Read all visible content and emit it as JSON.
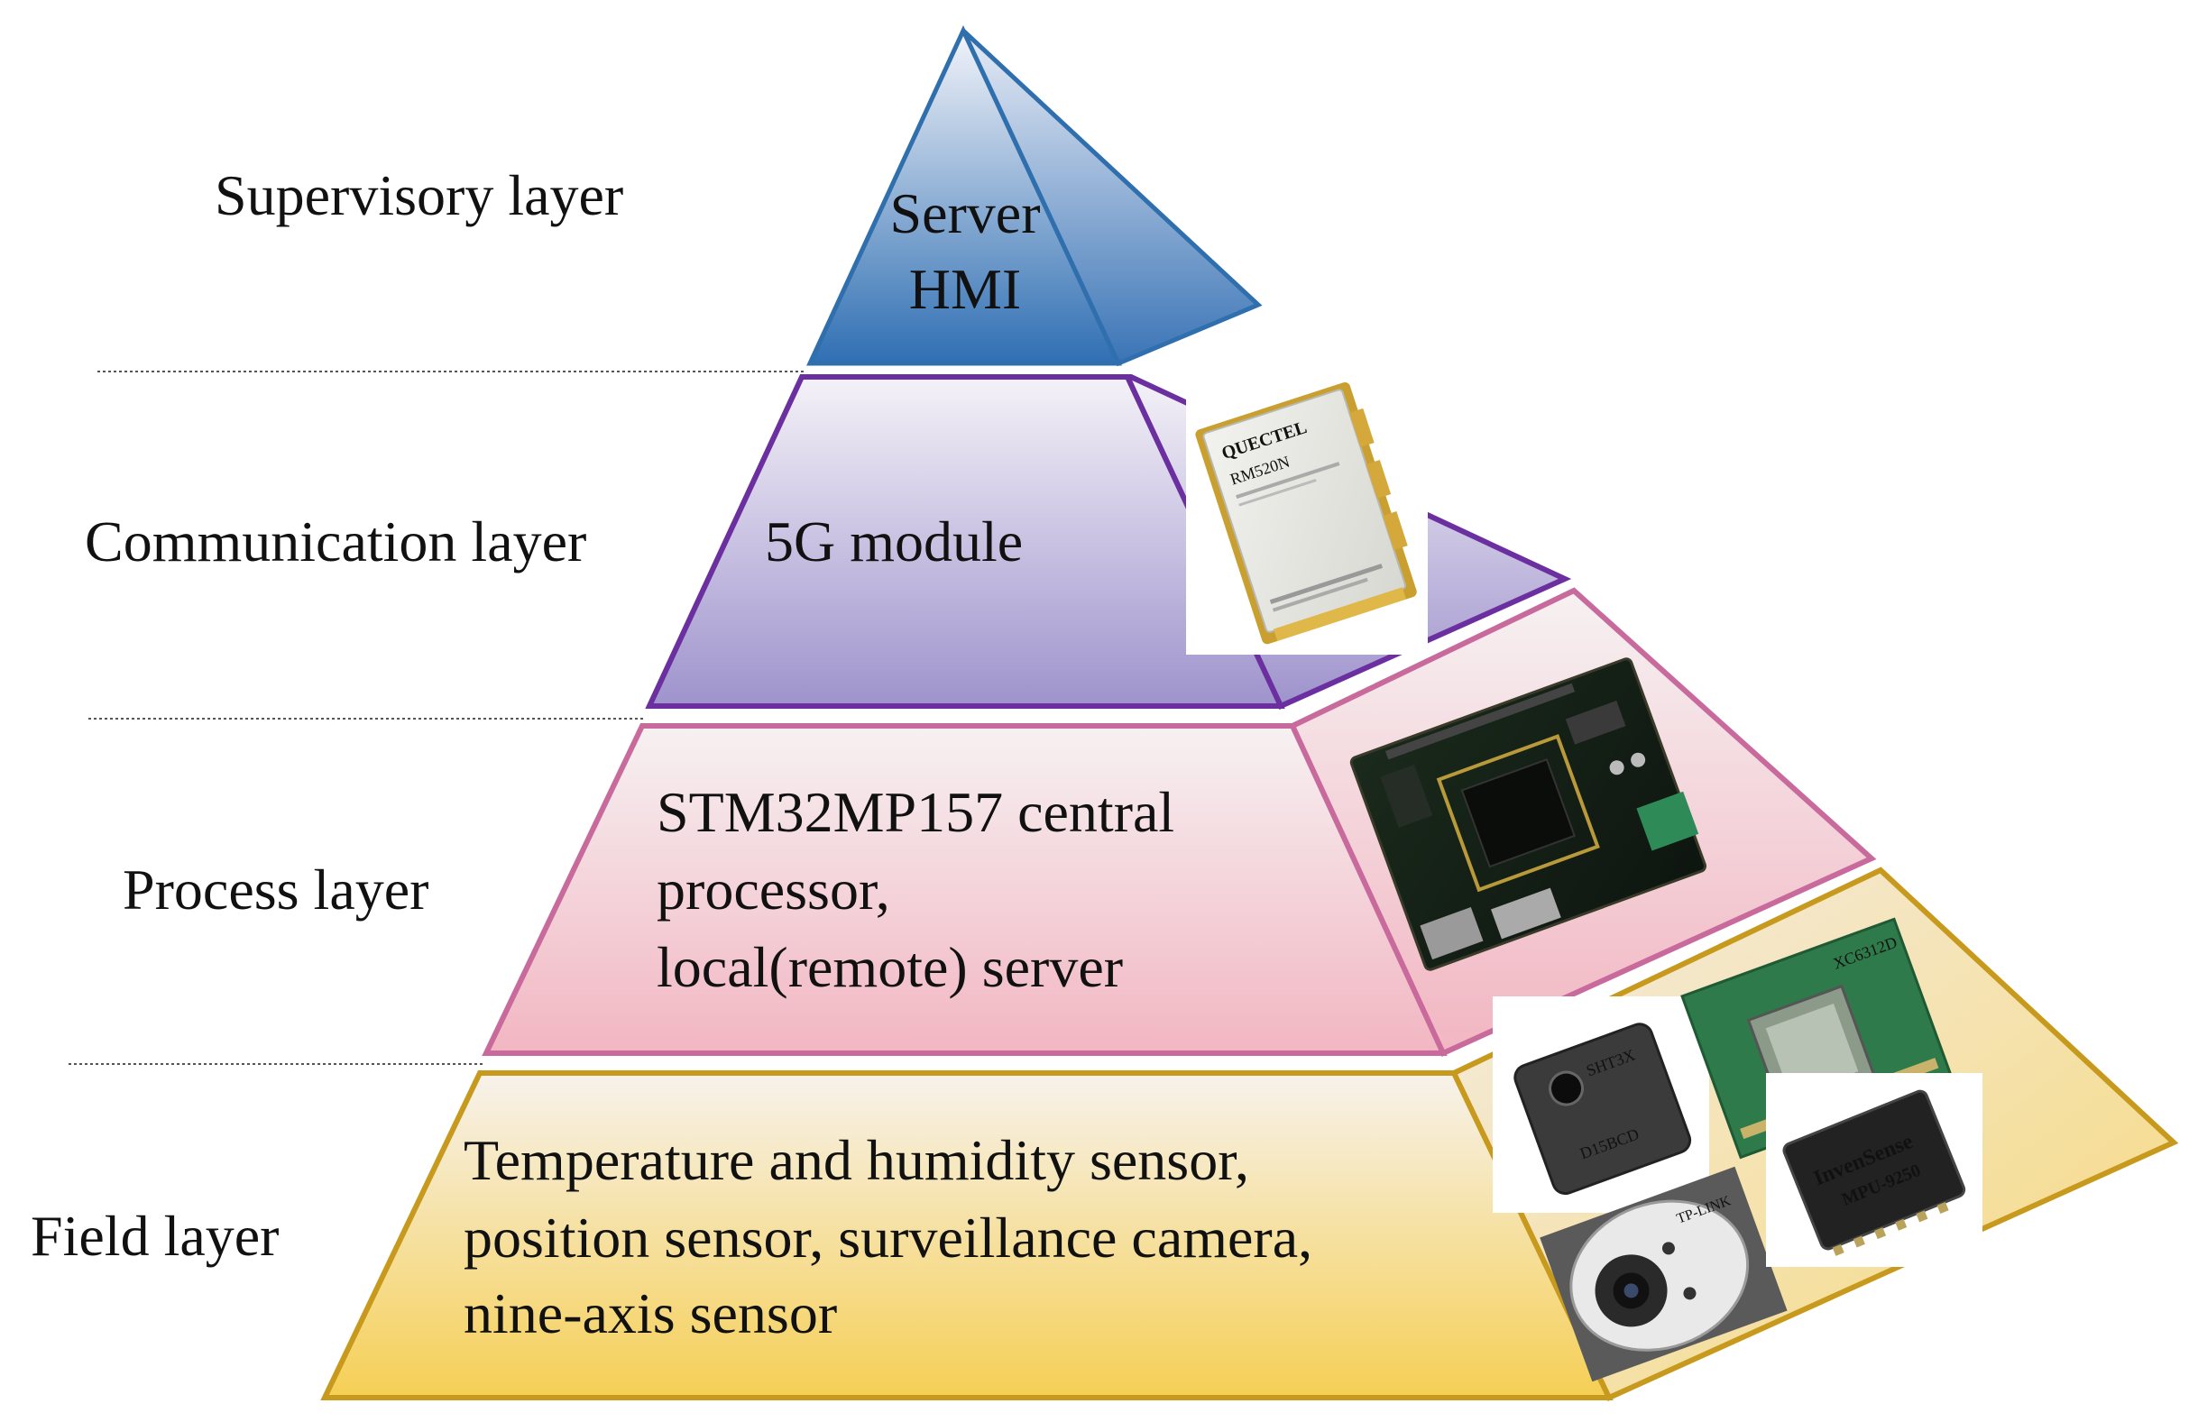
{
  "layers": [
    {
      "id": "supervisory",
      "label": "Supervisory layer",
      "content_lines": [
        "Server",
        "HMI"
      ],
      "colors": {
        "stroke": "#2f6fae",
        "top": "#f3f4f9",
        "bottom": "#2f6fb3"
      },
      "image": null
    },
    {
      "id": "communication",
      "label": "Communication layer",
      "content_lines": [
        "5G module"
      ],
      "colors": {
        "stroke": "#6b2fa0",
        "top": "#f4f2f8",
        "bottom": "#9e93cc"
      },
      "image": {
        "name": "5g-module-photo",
        "chip_text": [
          "QUECTEL",
          "RM520N"
        ]
      }
    },
    {
      "id": "process",
      "label": "Process layer",
      "content_lines": [
        "STM32MP157 central",
        "processor,",
        "local(remote) server"
      ],
      "colors": {
        "stroke": "#c86b9c",
        "top": "#f6f1f2",
        "bottom": "#f2b6c2"
      },
      "image": {
        "name": "stm32mp157-board-photo"
      }
    },
    {
      "id": "field",
      "label": "Field layer",
      "content_lines": [
        "Temperature and humidity sensor,",
        "position sensor, surveillance camera,",
        "nine-axis sensor"
      ],
      "colors": {
        "stroke": "#c79a1e",
        "top": "#f7f2ec",
        "bottom": "#f5cf55"
      },
      "image": {
        "name": "sensor-photos",
        "items": [
          {
            "name": "sht3x-sensor-photo",
            "chip_text": [
              "SHT3X",
              "D15BCD"
            ]
          },
          {
            "name": "position-module-photo",
            "chip_text": [
              "XC6312D"
            ]
          },
          {
            "name": "camera-photo",
            "chip_text": [
              "TP-LINK"
            ]
          },
          {
            "name": "mpu9250-chip-photo",
            "chip_text": [
              "InvenSense",
              "MPU-9250"
            ]
          }
        ]
      }
    }
  ]
}
